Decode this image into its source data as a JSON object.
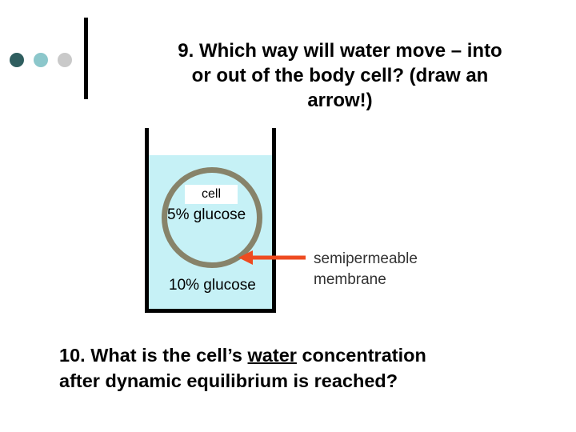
{
  "title": {
    "line1": "9. Which way will water move – into",
    "line2": "or out of the body cell?  (draw an",
    "line3": "arrow!)"
  },
  "diagram": {
    "cell_label": "cell",
    "inside_label": "5% glucose",
    "outside_label": "10% glucose",
    "membrane_label_line1": "semipermeable",
    "membrane_label_line2": "membrane",
    "colors": {
      "water": "#c6f1f6",
      "membrane": "#87836a",
      "arrow": "#ee4b20"
    }
  },
  "question10": {
    "pre": "10. What is the cell’s ",
    "underlined": "water",
    "post": " concentration",
    "line2": "after dynamic equilibrium is reached?"
  },
  "decor": {
    "dot_colors": [
      "#2f5e5f",
      "#8cc7cb",
      "#c9c9c9"
    ]
  }
}
